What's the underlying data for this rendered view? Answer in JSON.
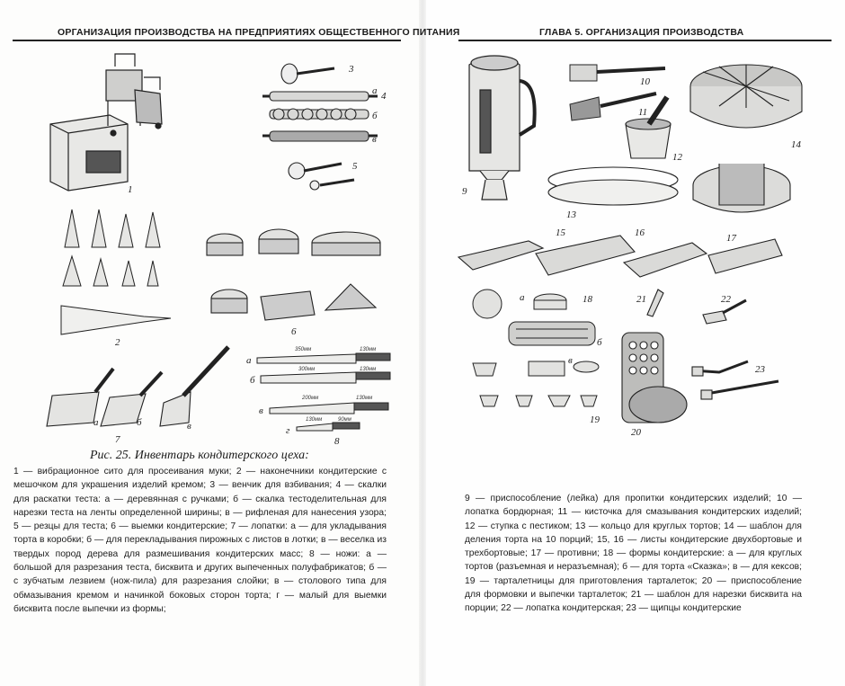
{
  "left_page": {
    "header": "ОРГАНИЗАЦИЯ ПРОИЗВОДСТВА НА ПРЕДПРИЯТИЯХ ОБЩЕСТВЕННОГО ПИТАНИЯ",
    "caption": "Рис. 25. Инвентарь кондитерского цеха:",
    "legend": "1 — вибрационное сито для просеивания муки; 2 — наконечники кондитерские с мешочком для украшения изделий кремом; 3 — венчик для взбивания; 4 — скалки для раскатки теста: а — деревянная с ручками; б — скалка тестоделительная для нарезки теста на ленты определенной ширины; в — рифленая для нанесения узора; 5 — резцы для теста; 6 — выемки кондитерские; 7 — лопатки: а — для укладывания торта в коробки; б — для перекладывания пирожных с листов в лотки; в — веселка из твердых пород дерева для размешивания кондитерских масс; 8 — ножи: а — большой для разрезания теста, бисквита и других выпеченных полуфабрикатов; б — с зубчатым лезвием (нож-пила) для разрезания слойки; в — столового типа для обмазывания кремом и начинкой боковых сторон торта; г — малый для выемки бисквита после выпечки из формы;",
    "figure_labels": {
      "n1": "1",
      "n2": "2",
      "n3": "3",
      "n4": "4",
      "n4a": "а",
      "n4b": "б",
      "n4v": "в",
      "n5": "5",
      "n6": "6",
      "n7": "7",
      "n7a": "а",
      "n7b": "б",
      "n7v": "в",
      "n8": "8",
      "n8a": "а",
      "n8b": "б",
      "n8v": "в",
      "n8g": "г",
      "m350": "350мм",
      "m130a": "130мм",
      "m300": "300мм",
      "m130b": "130мм",
      "m200": "200мм",
      "m130c": "130мм",
      "m130d": "130мм",
      "m90": "90мм"
    }
  },
  "right_page": {
    "header": "ГЛАВА 5. ОРГАНИЗАЦИЯ ПРОИЗВОДСТВА",
    "legend": "9 — приспособление (лейка) для пропитки кондитерских изделий; 10 — лопатка бордюрная; 11 — кисточка для смазывания кондитерских изделий; 12 — ступка с пестиком; 13 — кольцо для круглых тортов; 14 — шаблон для деления торта на 10 порций; 15, 16 — листы кондитерские двухбортовые и трехбортовые; 17 — противни; 18 — формы кондитерские: а — для круглых тортов (разъемная и неразъемная); б — для торта «Сказка»; в — для кексов; 19 — тарталетницы для приготовления тарталеток; 20 — приспособление для формовки и выпечки тарталеток; 21 — шаблон для нарезки бисквита на порции; 22 — лопатка кондитерская; 23 — щипцы кондитерские",
    "figure_labels": {
      "n9": "9",
      "n10": "10",
      "n11": "11",
      "n12": "12",
      "n13": "13",
      "n14": "14",
      "n15": "15",
      "n16": "16",
      "n17": "17",
      "n18": "18",
      "n18a": "а",
      "n18b": "б",
      "n18v": "в",
      "n19": "19",
      "n20": "20",
      "n21": "21",
      "n22": "22",
      "n23": "23"
    }
  }
}
